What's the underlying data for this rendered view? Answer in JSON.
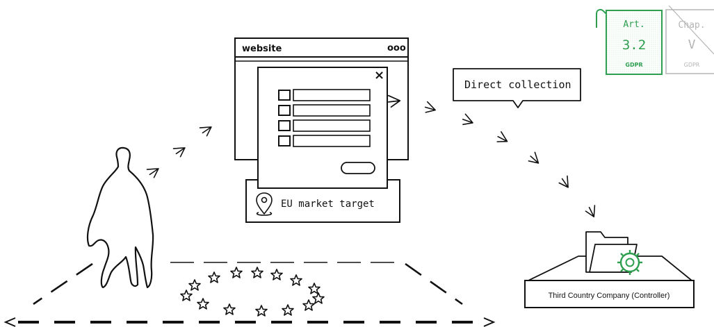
{
  "website": {
    "title": "website",
    "menu_dots": "ooo"
  },
  "form": {
    "close_glyph": "×",
    "field_count": 4
  },
  "target": {
    "label": "EU market target"
  },
  "speech": {
    "text": "Direct collection"
  },
  "company": {
    "label": "Third Country Company (Controller)"
  },
  "badges": {
    "article": {
      "top": "Art.",
      "number": "3.2",
      "source": "GDPR",
      "accent": "#2e9e4f"
    },
    "chapter": {
      "top": "Chap.",
      "number": "V",
      "source": "GDPR",
      "color": "#b5b5b5"
    }
  },
  "icons": [
    "person-silhouette",
    "location-pin-icon",
    "close-icon",
    "folder-icon",
    "gear-icon",
    "eu-star-icon",
    "arrow-icon"
  ],
  "colors": {
    "line": "#111111",
    "accent_green": "#2e9e4f",
    "muted_gray": "#b5b5b5"
  }
}
